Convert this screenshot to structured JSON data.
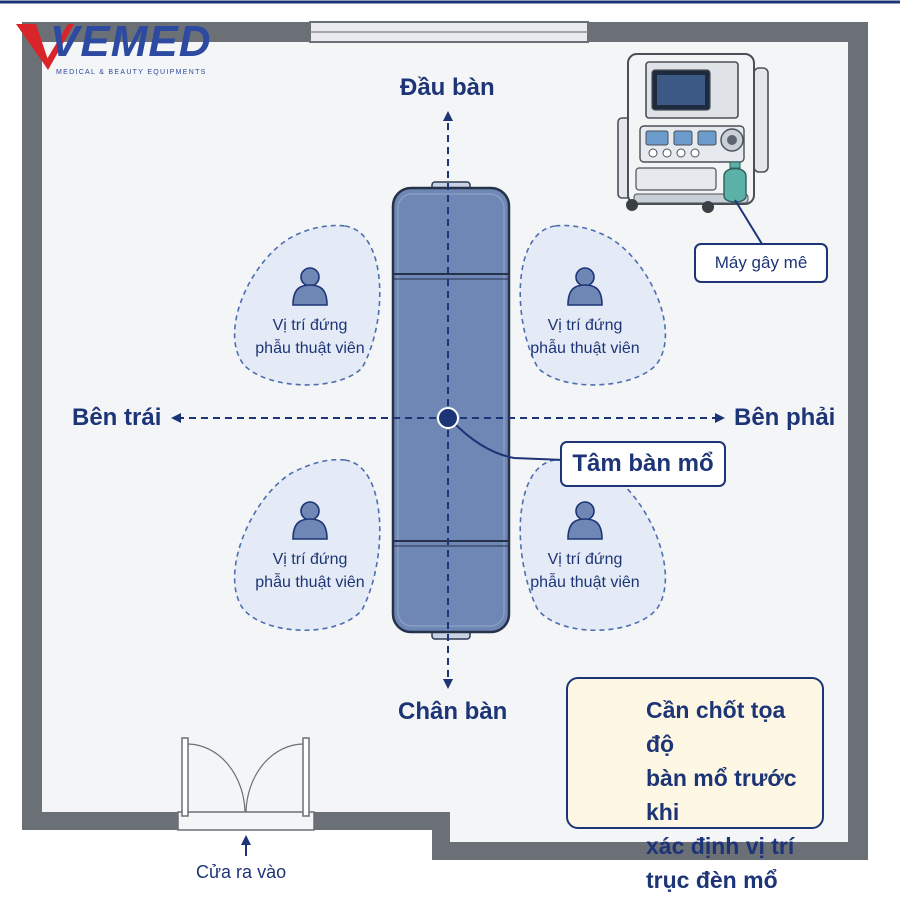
{
  "logo": {
    "brand": "VEMED",
    "tagline": "MEDICAL & BEAUTY EQUIPMENTS"
  },
  "directions": {
    "head": "Đầu bàn",
    "foot": "Chân bàn",
    "left": "Bên trái",
    "right": "Bên phải"
  },
  "table_center_label": "Tâm bàn mổ",
  "anesthesia_machine_label": "Máy gây mê",
  "surgeon_positions": [
    {
      "label": "Vị trí đứng\nphẫu thuật viên"
    },
    {
      "label": "Vị trí đứng\nphẫu thuật viên"
    },
    {
      "label": "Vị trí đứng\nphẫu thuật viên"
    },
    {
      "label": "Vị trí đứng\nphẫu thuật viên"
    }
  ],
  "door_label": "Cửa ra vào",
  "note": {
    "text": "Cần chốt tọa độ\nbàn mổ trước khi\nxác định vị trí\ntrục đèn mổ",
    "icon": "exclamation-icon"
  },
  "colors": {
    "primary": "#1d3577",
    "wall": "#6b6f76",
    "floor": "#f4f5f7",
    "table": "#6f87b4",
    "zone": "#e4ebf6",
    "note_bg": "#fdf7e3",
    "logo_red": "#d9252a"
  }
}
